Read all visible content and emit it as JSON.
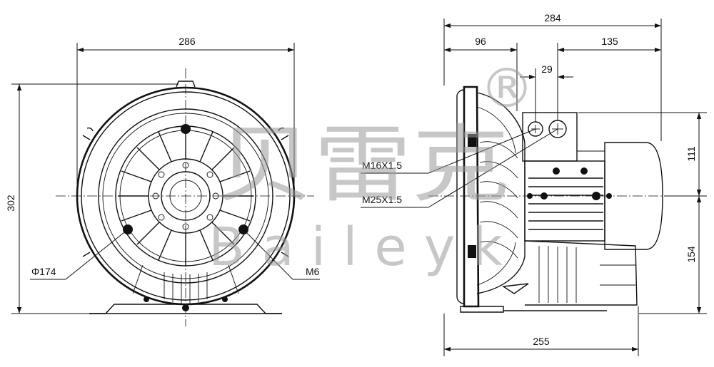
{
  "watermark": {
    "chinese": "贝雷克",
    "latin": "Baileyk",
    "registered_mark": "®"
  },
  "front_view": {
    "dim_width": "286",
    "dim_height": "302",
    "dim_bolt_circle": "Φ174",
    "dim_bolt": "M6"
  },
  "side_view": {
    "dim_total_length": "284",
    "dim_flange_offset": "96",
    "dim_motor_offset": "135",
    "dim_port_spacing": "29",
    "dim_upper_height": "111",
    "dim_lower_height": "154",
    "dim_base_length": "255",
    "thread_small": "M16X1.5",
    "thread_large": "M25X1.5"
  }
}
